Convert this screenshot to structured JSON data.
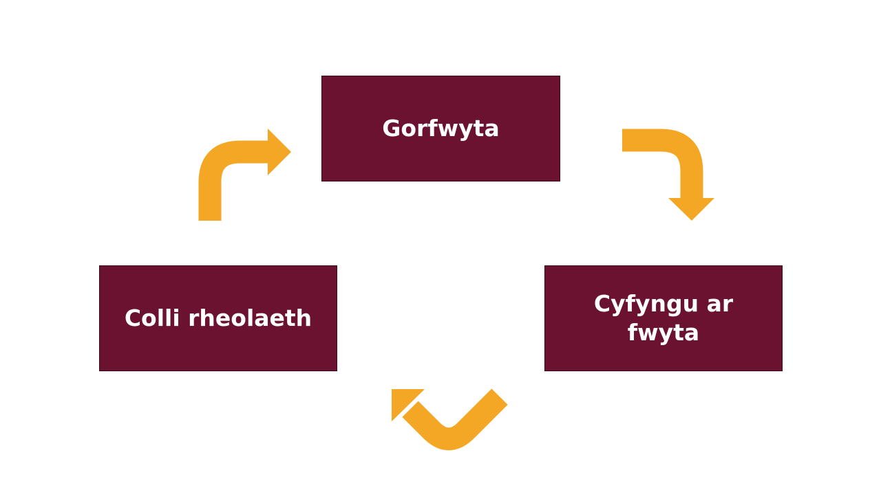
{
  "colors": {
    "box": "#6a1230",
    "arrow": "#f4a724",
    "text": "#ffffff"
  },
  "nodes": [
    {
      "label": "Gorfwyta"
    },
    {
      "label": "Cyfyngu ar fwyta"
    },
    {
      "label": "Colli rheolaeth"
    }
  ],
  "arrows": [
    {
      "from": "Gorfwyta",
      "to": "Cyfyngu ar fwyta"
    },
    {
      "from": "Cyfyngu ar fwyta",
      "to": "Colli rheolaeth"
    },
    {
      "from": "Colli rheolaeth",
      "to": "Gorfwyta"
    }
  ]
}
